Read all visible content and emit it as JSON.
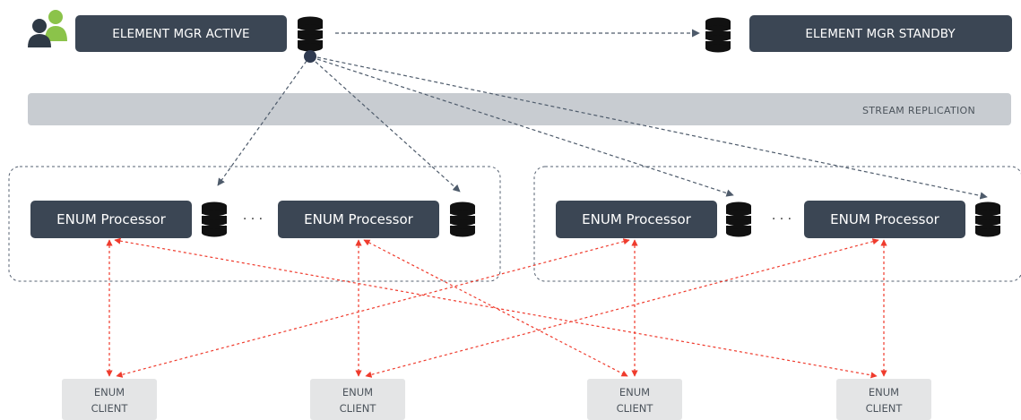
{
  "diagram": {
    "element_mgr_active": "ELEMENT MGR ACTIVE",
    "element_mgr_standby": "ELEMENT MGR STANDBY",
    "stream_replication": "STREAM REPLICATION",
    "processors": [
      "ENUM Processor",
      "ENUM Processor",
      "ENUM Processor",
      "ENUM Processor"
    ],
    "ellipsis": "· · ·",
    "clients": [
      {
        "line1": "ENUM",
        "line2": "CLIENT"
      },
      {
        "line1": "ENUM",
        "line2": "CLIENT"
      },
      {
        "line1": "ENUM",
        "line2": "CLIENT"
      },
      {
        "line1": "ENUM",
        "line2": "CLIENT"
      }
    ]
  },
  "colors": {
    "node": "#3b4654",
    "band": "#c8ccd1",
    "client_box": "#e4e5e6",
    "management_arrow": "#4e5b6b",
    "client_arrow": "#ef3b2d",
    "users_icon_dark": "#2f3a46",
    "users_icon_green": "#8bc34a"
  },
  "icons": [
    "users-icon",
    "database-icon"
  ]
}
